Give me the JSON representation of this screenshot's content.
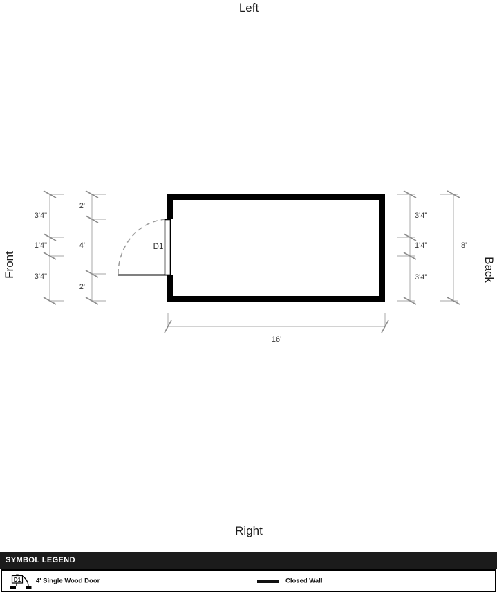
{
  "edge_labels": {
    "top": "Left",
    "bottom": "Right",
    "left": "Front",
    "right": "Back"
  },
  "floor_plan": {
    "door_label": "D1",
    "dimensions": {
      "left_outer": [
        "3'4\"",
        "1'4\"",
        "3'4\""
      ],
      "left_inner": [
        "2'",
        "4'",
        "2'"
      ],
      "right_inner": [
        "3'4\"",
        "1'4\"",
        "3'4\""
      ],
      "right_outer": "8'",
      "bottom": "16'"
    }
  },
  "legend": {
    "title": "SYMBOL LEGEND",
    "items": [
      {
        "tag": "D1",
        "symbol": "single-door-icon",
        "label": "4' Single Wood Door"
      },
      {
        "tag": "",
        "symbol": "closed-wall-swatch",
        "label": "Closed Wall"
      }
    ]
  },
  "colors": {
    "wall": "#000000",
    "dim_line": "#b8b8b8",
    "dim_tick": "#8c8c8c",
    "swing_arc": "#9a9a9a",
    "legend_header_bg": "#1b1b1b",
    "legend_header_text": "#ffffff"
  }
}
